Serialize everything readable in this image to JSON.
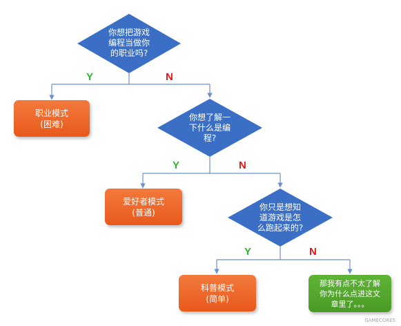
{
  "colors": {
    "diamond": "#3b6fc6",
    "action": "#ec6120",
    "final": "#55a82e",
    "connector": "#6b8fcf",
    "yes_label": "#2bb42b",
    "no_label": "#e21414"
  },
  "decisions": [
    {
      "text": "你想把游戏\n编程当做你\n的职业吗?"
    },
    {
      "text": "你想了解一\n下什么是编\n程?"
    },
    {
      "text": "你只是想知\n道游戏是怎\n么跑起来的?"
    }
  ],
  "outcomes": [
    {
      "text": "职业模式\n(困难)"
    },
    {
      "text": "爱好者模式\n(普通)"
    },
    {
      "text": "科普模式\n(简单)"
    },
    {
      "text": "那我有点不太了解\n你为什么点进这文\n章里了。。。"
    }
  ],
  "branch_labels": {
    "yes": "Y",
    "no": "N"
  },
  "watermark": "GAMECORES"
}
